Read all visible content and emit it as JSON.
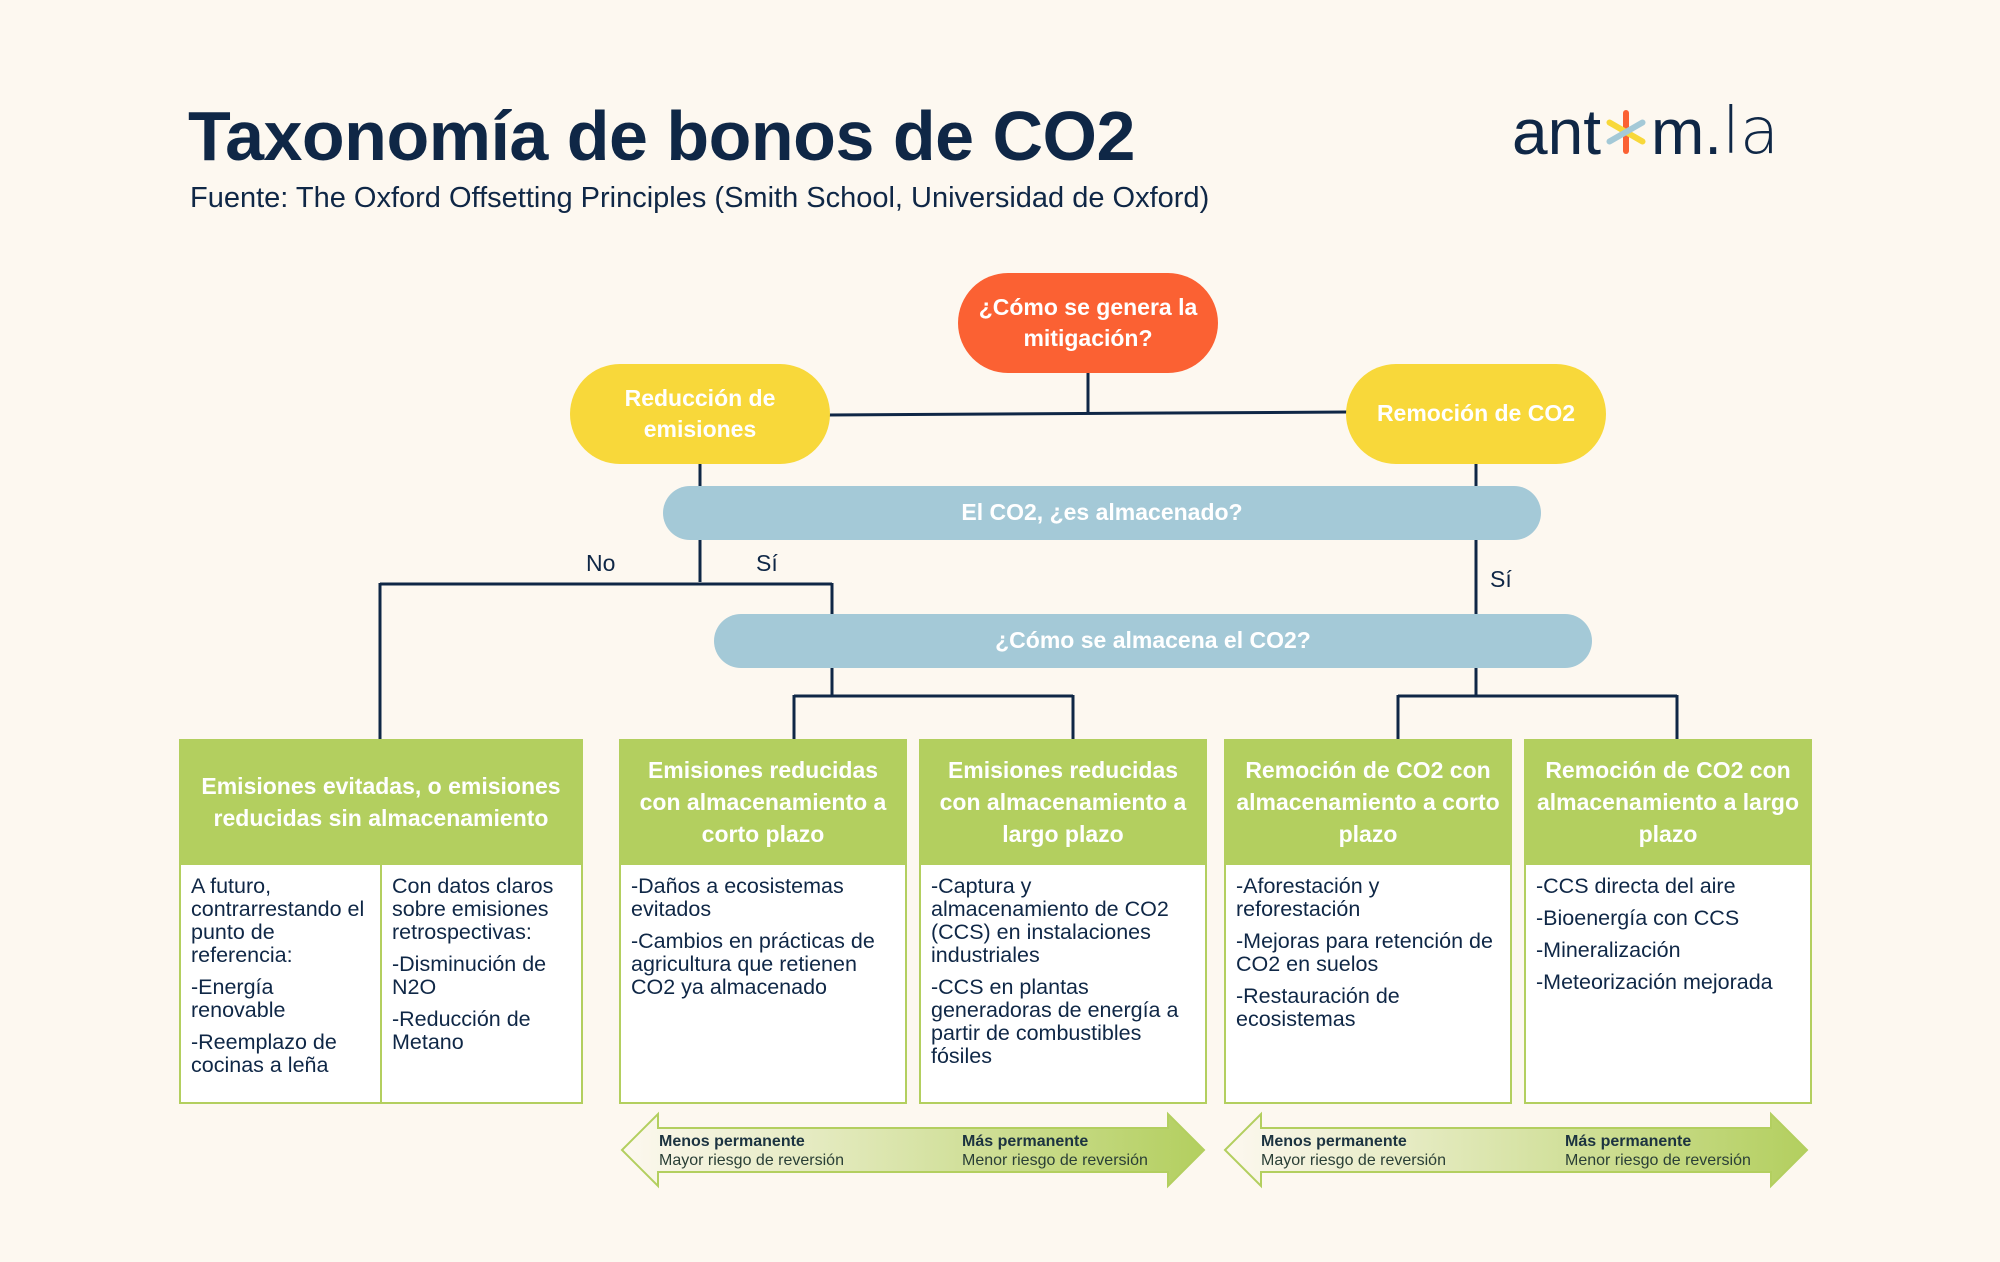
{
  "header": {
    "title": "Taxonomía de bonos de CO2",
    "subtitle": "Fuente: The Oxford Offsetting Principles (Smith School, Universidad de Oxford)",
    "logo_text_left": "ant",
    "logo_text_right": "m.",
    "logo_text_la": "la",
    "logo_icon": "asterisk-star-icon"
  },
  "nodes": {
    "root": "¿Cómo se genera la mitigación?",
    "reduction": "Reducción de emisiones",
    "removal": "Remoción de CO2",
    "stored_question": "El CO2, ¿es almacenado?",
    "how_stored_question": "¿Cómo se almacena el CO2?"
  },
  "edge_labels": {
    "no": "No",
    "yes_left": "Sí",
    "yes_right": "Sí"
  },
  "boxes": {
    "avoided": {
      "title": "Emisiones evitadas, o emisiones reducidas sin almacenamiento",
      "col1": [
        "A futuro, contrarrestando el punto de referencia:",
        "-Energía renovable",
        "-Reemplazo de cocinas a leña"
      ],
      "col2": [
        "Con datos claros sobre emisiones retrospectivas:",
        "-Disminución de N2O",
        "-Reducción de Metano"
      ]
    },
    "reduced_short": {
      "title": "Emisiones reducidas con almacenamiento a corto plazo",
      "items": [
        "-Daños a ecosistemas evitados",
        "-Cambios en prácticas de agricultura que retienen CO2 ya almacenado"
      ]
    },
    "reduced_long": {
      "title": "Emisiones reducidas con almacenamiento a largo plazo",
      "items": [
        "-Captura y almacenamiento de CO2 (CCS) en instalaciones industriales",
        "-CCS en plantas generadoras de energía a partir de combustibles fósiles"
      ]
    },
    "removal_short": {
      "title": "Remoción de CO2 con almacenamiento a corto plazo",
      "items": [
        "-Aforestación y reforestación",
        "-Mejoras para retención de CO2 en suelos",
        "-Restauración de ecosistemas"
      ]
    },
    "removal_long": {
      "title": "Remoción de CO2 con almacenamiento a largo plazo",
      "items": [
        "-CCS directa del aire",
        "-Bioenergía con CCS",
        "-Mineralización",
        "-Meteorización mejorada"
      ]
    }
  },
  "arrows": [
    {
      "left_bold": "Menos permanente",
      "left_sub": "Mayor riesgo de reversión",
      "right_bold": "Más permanente",
      "right_sub": "Menor riesgo de reversión"
    },
    {
      "left_bold": "Menos permanente",
      "left_sub": "Mayor riesgo de reversión",
      "right_bold": "Más permanente",
      "right_sub": "Menor riesgo de reversión"
    }
  ],
  "colors": {
    "navy": "#0f2746",
    "orange": "#fb6133",
    "yellow": "#f8d83a",
    "blue": "#a4c9d7",
    "green": "#b3cf5f",
    "background": "#fdf8f0"
  }
}
